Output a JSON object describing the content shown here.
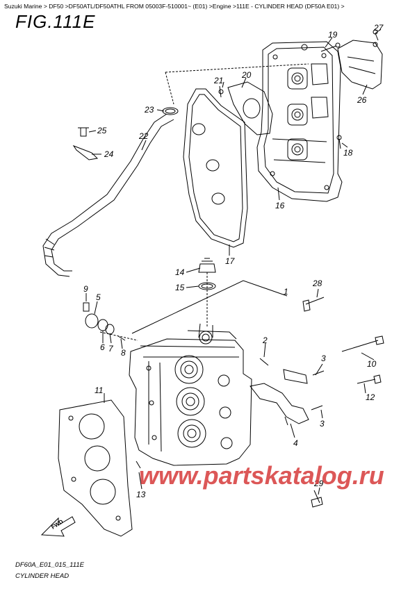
{
  "breadcrumb": "Suzuki Marine > DF50 >DF50ATL/DF50ATHL FROM 05003F-510001~ (E01) >Engine >111E - CYLINDER HEAD (DF50A E01) >",
  "figure_title": "FIG.111E",
  "watermark": "www.partskatalog.ru",
  "fwd_label": "FWD",
  "footer": {
    "code": "DF60A_E01_015_111E",
    "name": "CYLINDER HEAD"
  },
  "callouts": [
    "1",
    "2",
    "3",
    "3",
    "4",
    "5",
    "6",
    "7",
    "8",
    "9",
    "10",
    "11",
    "12",
    "13",
    "14",
    "15",
    "16",
    "17",
    "18",
    "19",
    "20",
    "21",
    "22",
    "23",
    "24",
    "25",
    "26",
    "27",
    "28",
    "29"
  ]
}
